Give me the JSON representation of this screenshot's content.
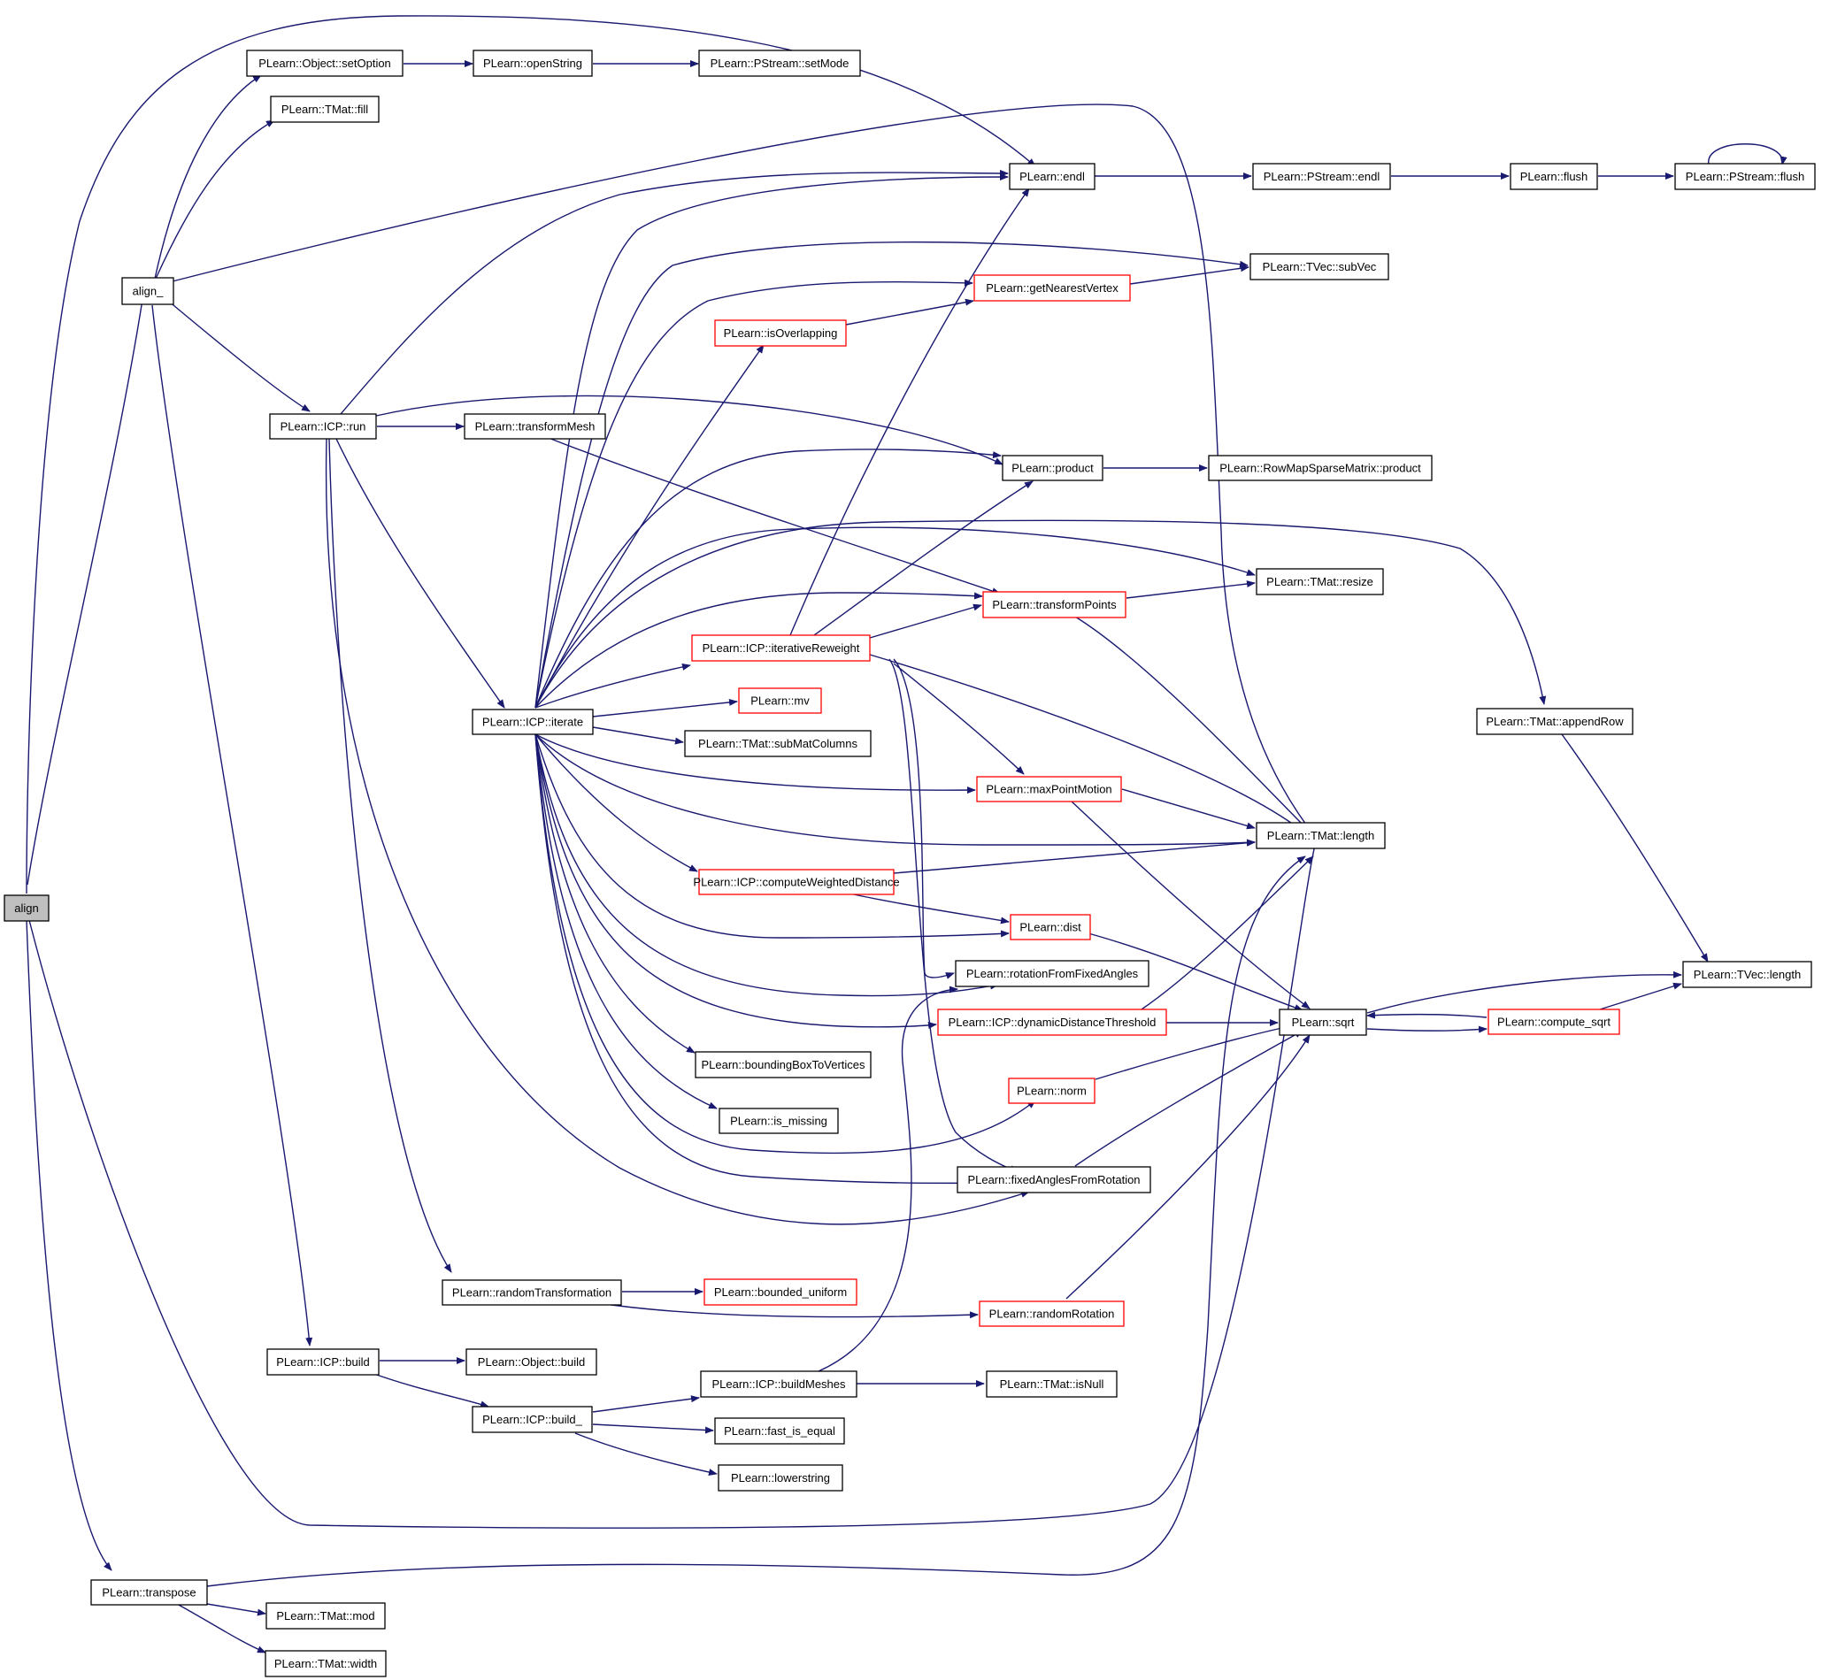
{
  "colors": {
    "edge": "#191970",
    "node_border": "#000000",
    "node_border_truncated": "#ff0000",
    "root_fill": "#bfbfbf"
  },
  "nodes": {
    "align": "align",
    "align_": "align_",
    "setOption": "PLearn::Object::setOption",
    "openString": "PLearn::openString",
    "setMode": "PLearn::PStream::setMode",
    "fill": "PLearn::TMat::fill",
    "endl": "PLearn::endl",
    "pendl": "PLearn::PStream::endl",
    "flush": "PLearn::flush",
    "pflush": "PLearn::PStream::flush",
    "subVec": "PLearn::TVec::subVec",
    "getNearestVertex": "PLearn::getNearestVertex",
    "isOverlapping": "PLearn::isOverlapping",
    "icprun": "PLearn::ICP::run",
    "transformMesh": "PLearn::transformMesh",
    "product": "PLearn::product",
    "rmproduct": "PLearn::RowMapSparseMatrix::product",
    "resize": "PLearn::TMat::resize",
    "transformPoints": "PLearn::transformPoints",
    "iterativeReweight": "PLearn::ICP::iterativeReweight",
    "mv": "PLearn::mv",
    "iterate": "PLearn::ICP::iterate",
    "subMatColumns": "PLearn::TMat::subMatColumns",
    "appendRow": "PLearn::TMat::appendRow",
    "maxPointMotion": "PLearn::maxPointMotion",
    "tmlength": "PLearn::TMat::length",
    "computeWeightedDistance": "PLearn::ICP::computeWeightedDistance",
    "dist": "PLearn::dist",
    "rotationFromFixedAngles": "PLearn::rotationFromFixedAngles",
    "tvlength": "PLearn::TVec::length",
    "dynamicDistanceThreshold": "PLearn::ICP::dynamicDistanceThreshold",
    "sqrt": "PLearn::sqrt",
    "compute_sqrt": "PLearn::compute_sqrt",
    "boundingBoxToVertices": "PLearn::boundingBoxToVertices",
    "norm": "PLearn::norm",
    "is_missing": "PLearn::is_missing",
    "fixedAnglesFromRotation": "PLearn::fixedAnglesFromRotation",
    "randomTransformation": "PLearn::randomTransformation",
    "bounded_uniform": "PLearn::bounded_uniform",
    "randomRotation": "PLearn::randomRotation",
    "icpbuild": "PLearn::ICP::build",
    "objbuild": "PLearn::Object::build",
    "buildMeshes": "PLearn::ICP::buildMeshes",
    "isNull": "PLearn::TMat::isNull",
    "icpbuild_": "PLearn::ICP::build_",
    "fast_is_equal": "PLearn::fast_is_equal",
    "lowerstring": "PLearn::lowerstring",
    "transpose": "PLearn::transpose",
    "mod": "PLearn::TMat::mod",
    "width": "PLearn::TMat::width"
  }
}
